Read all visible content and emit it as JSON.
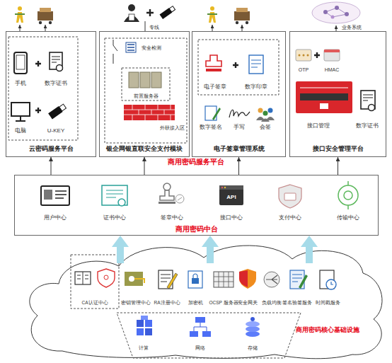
{
  "diagram": {
    "nodes": [
      {
        "text": [
          "商用密码服务平台"
        ]
      },
      {
        "text": [
          "云密码服务平台"
        ],
        "in": 0
      },
      {
        "text": [
          "银企网银直联安全支付模块"
        ],
        "in": 0
      },
      {
        "text": [
          "电子签章管理系统"
        ],
        "in": 0
      },
      {
        "text": [
          "接口安全管理平台"
        ],
        "in": 0
      },
      {
        "text": [
          "商用密码中台"
        ]
      },
      {
        "text": [
          "商用密码核心基础设施"
        ]
      }
    ],
    "edges": [
      {
        "from": 5,
        "to": 1,
        "arrow": "to"
      },
      {
        "from": 5,
        "to": 2,
        "arrow": "to"
      },
      {
        "from": 5,
        "to": 3,
        "arrow": "to"
      },
      {
        "from": 5,
        "to": 4,
        "arrow": "to"
      },
      {
        "from": 6,
        "to": 5,
        "arrow": "to"
      },
      {
        "from": 6,
        "to": 5,
        "arrow": "to"
      },
      {
        "from": 6,
        "to": 5,
        "arrow": "to"
      }
    ],
    "labels": [
      "专线",
      "业务系统",
      "手机",
      "数字证书",
      "电脑",
      "U-KEY",
      "安全检测",
      "前置服务器",
      "外联接入区",
      "电子签章",
      "数字印章",
      "数字签名",
      "手写",
      "会签",
      "OTP",
      "HMAC",
      "接口管理",
      "数字证书",
      "用户中心",
      "证书中心",
      "签章中心",
      "API",
      "接口中心",
      "支付中心",
      "传输中心",
      "CA认证中心",
      "密钥管理中心",
      "RA注册中心",
      "加密机",
      "OCSP 服务器",
      "安全网关",
      "负载均衡",
      "签名验签服务",
      "时间戳服务",
      "计算",
      "网络",
      "存储"
    ]
  }
}
